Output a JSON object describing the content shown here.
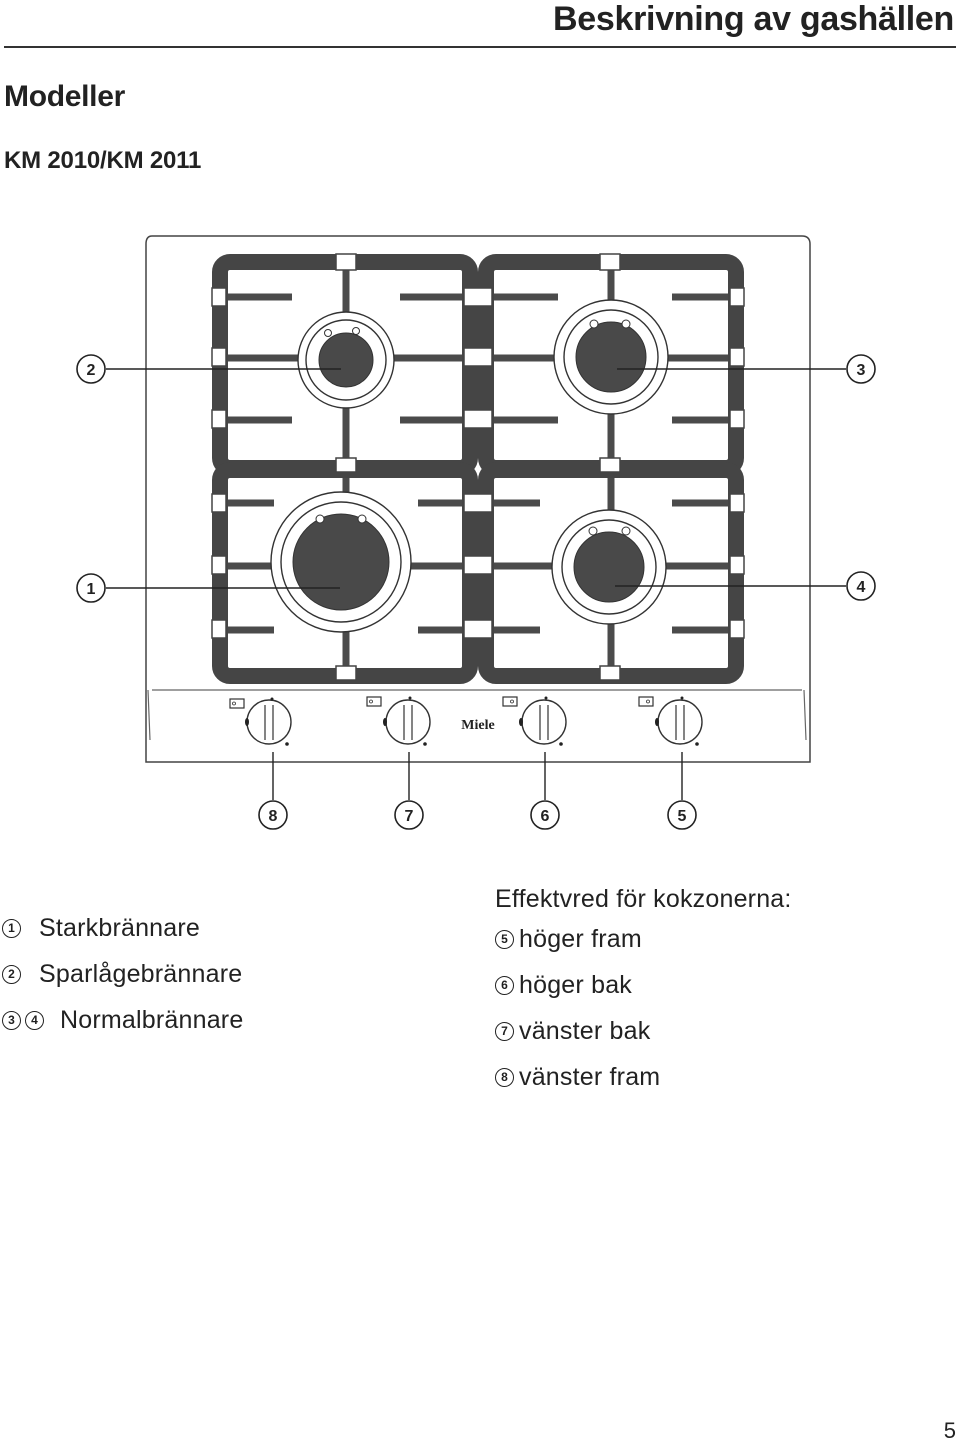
{
  "header": {
    "title": "Beskrivning av gashällen"
  },
  "section": {
    "title": "Modeller",
    "model": "KM 2010/KM 2011"
  },
  "diagram": {
    "brand": "Miele",
    "callouts": {
      "c1": "1",
      "c2": "2",
      "c3": "3",
      "c4": "4",
      "c5": "5",
      "c6": "6",
      "c7": "7",
      "c8": "8"
    }
  },
  "legend": {
    "burners": [
      {
        "nums": [
          "1"
        ],
        "text": "Starkbrännare"
      },
      {
        "nums": [
          "2"
        ],
        "text": "Sparlågebrännare"
      },
      {
        "nums": [
          "3",
          "4"
        ],
        "text": "Normalbrännare"
      }
    ],
    "controls_heading": "Effektvred för kokzonerna:",
    "controls": [
      {
        "num": "5",
        "text": "höger fram"
      },
      {
        "num": "6",
        "text": "höger bak"
      },
      {
        "num": "7",
        "text": "vänster bak"
      },
      {
        "num": "8",
        "text": "vänster fram"
      }
    ]
  },
  "footer": {
    "page_number": "5"
  }
}
